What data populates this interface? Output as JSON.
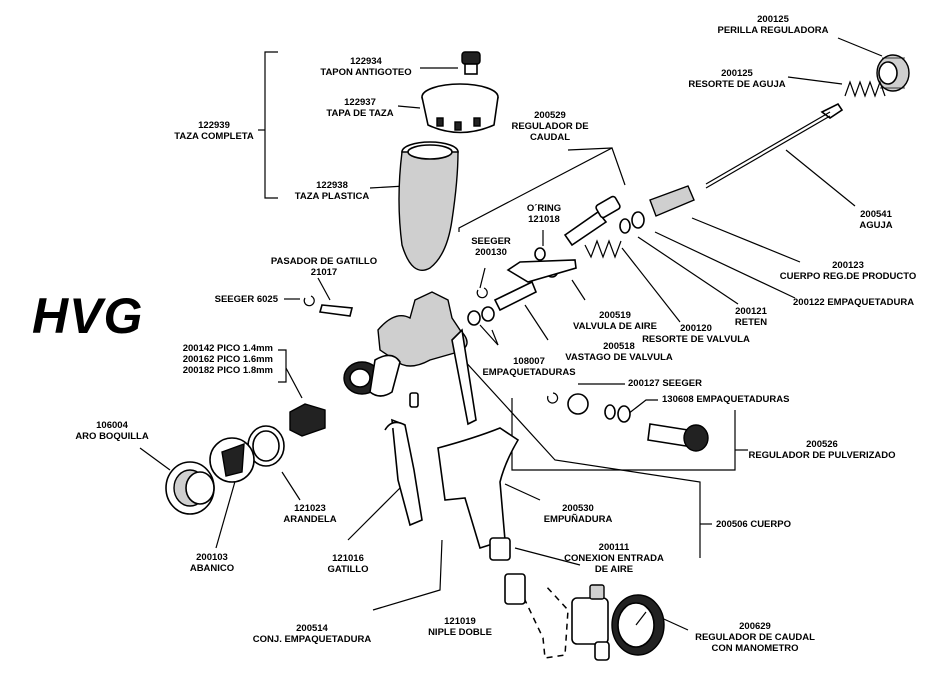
{
  "brand": "HVG",
  "labels": {
    "perilla": [
      "200125",
      "PERILLA REGULADORA"
    ],
    "resorte_aguja": [
      "200125",
      "RESORTE DE AGUJA"
    ],
    "tapon": [
      "122934",
      "TAPON ANTIGOTEO"
    ],
    "tapa": [
      "122937",
      "TAPA DE TAZA"
    ],
    "taza_completa": [
      "122939",
      "TAZA COMPLETA"
    ],
    "taza_plastica": [
      "122938",
      "TAZA PLASTICA"
    ],
    "regulador_caudal": [
      "200529",
      "REGULADOR DE",
      "CAUDAL"
    ],
    "oring": [
      "O´RING",
      "121018"
    ],
    "seeger_200130": [
      "SEEGER",
      "200130"
    ],
    "aguja": [
      "200541",
      "AGUJA"
    ],
    "pasador": [
      "PASADOR DE GATILLO",
      "21017"
    ],
    "seeger_6025": [
      "SEEGER 6025"
    ],
    "cuerpo_reg": [
      "200123",
      "CUERPO REG.DE PRODUCTO"
    ],
    "empaquetadura_200122": [
      "200122 EMPAQUETADURA"
    ],
    "valvula_aire": [
      "200519",
      "VALVULA DE AIRE"
    ],
    "reten": [
      "200121",
      "RETEN"
    ],
    "resorte_valvula": [
      "200120",
      "RESORTE DE VALVULA"
    ],
    "vastago": [
      "200518",
      "VASTAGO DE VALVULA"
    ],
    "empaquetaduras_108007": [
      "108007",
      "EMPAQUETADURAS"
    ],
    "picos": [
      "200142 PICO 1.4mm",
      "200162 PICO 1.6mm",
      "200182 PICO 1.8mm"
    ],
    "seeger_200127": [
      "200127 SEEGER"
    ],
    "empaquetaduras_130608": [
      "130608 EMPAQUETADURAS"
    ],
    "aro": [
      "106004",
      "ARO BOQUILLA"
    ],
    "regulador_pulverizado": [
      "200526",
      "REGULADOR DE PULVERIZADO"
    ],
    "arandela": [
      "121023",
      "ARANDELA"
    ],
    "empunadura": [
      "200530",
      "EMPUÑADURA"
    ],
    "cuerpo": [
      "200506 CUERPO"
    ],
    "abanico": [
      "200103",
      "ABANICO"
    ],
    "gatillo": [
      "121016",
      "GATILLO"
    ],
    "conexion": [
      "200111",
      "CONEXION ENTRADA",
      "DE AIRE"
    ],
    "conj_empaquetadura": [
      "200514",
      "CONJ. EMPAQUETADURA"
    ],
    "niple": [
      "121019",
      "NIPLE DOBLE"
    ],
    "regulador_manometro": [
      "200629",
      "REGULADOR DE CAUDAL",
      "CON MANOMETRO"
    ]
  }
}
